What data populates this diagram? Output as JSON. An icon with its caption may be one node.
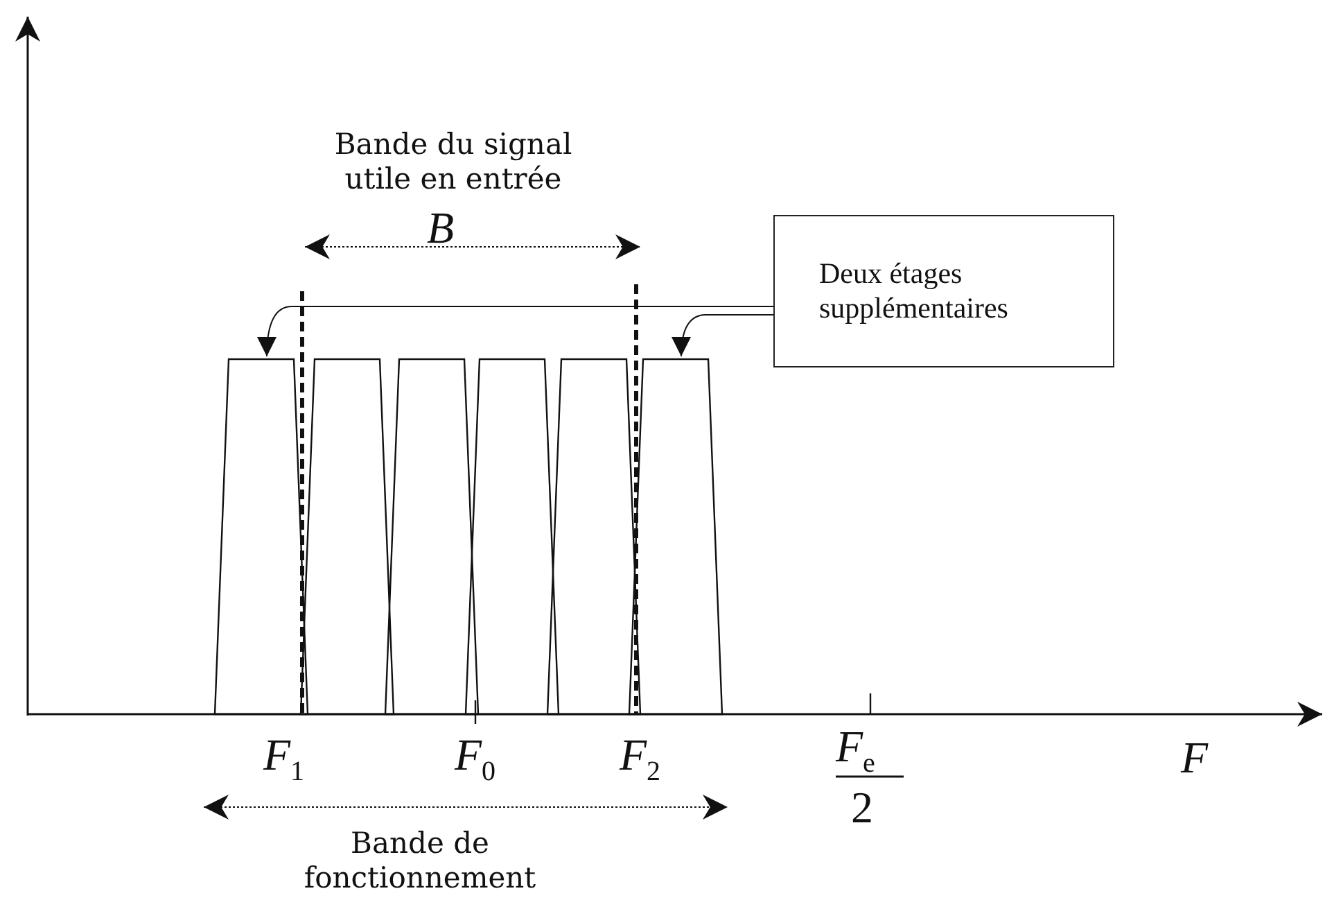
{
  "diagram": {
    "nodes": [
      {
        "text": [
          "Deux étages supplémentaires"
        ]
      },
      {
        "text": [],
        "shape": "trapezoid"
      },
      {
        "text": [],
        "shape": "trapezoid"
      },
      {
        "text": [],
        "shape": "trapezoid"
      },
      {
        "text": [],
        "shape": "trapezoid"
      },
      {
        "text": [],
        "shape": "trapezoid"
      },
      {
        "text": [],
        "shape": "trapezoid"
      }
    ],
    "edges": [
      {
        "from": 0,
        "to": 1,
        "arrow": "to"
      },
      {
        "from": 0,
        "to": 6,
        "arrow": "to"
      }
    ],
    "labels": [
      "Bande du signal utile en entrée",
      "B",
      "F$_{1}$",
      "F$_{0}$",
      "F$_{2}$",
      "F$_{e}$",
      "F",
      "2",
      "Bande de fonctionnement"
    ]
  }
}
